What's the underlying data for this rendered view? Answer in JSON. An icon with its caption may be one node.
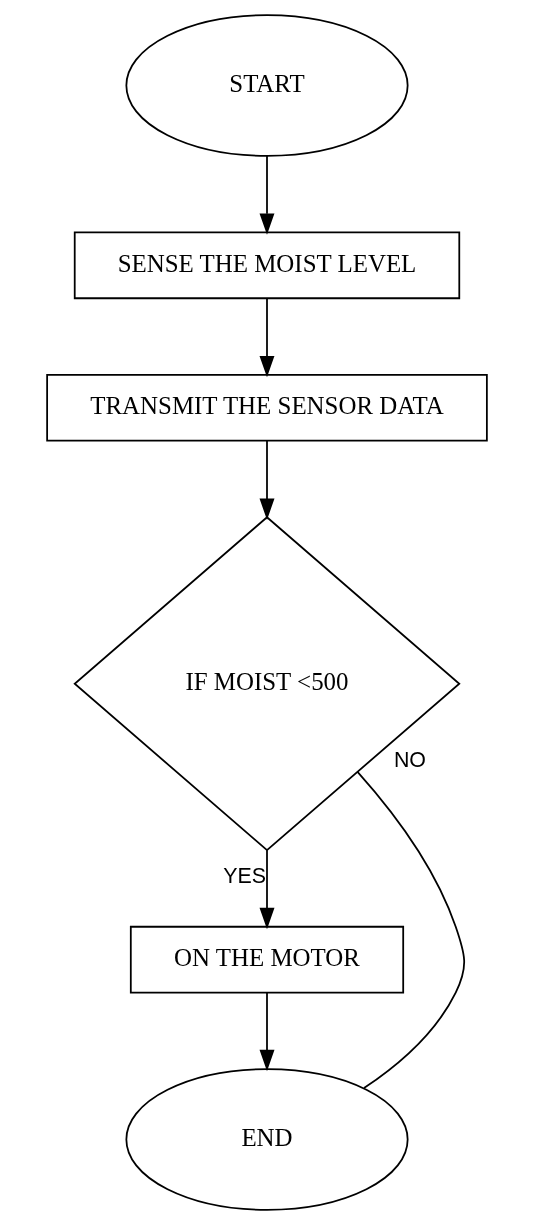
{
  "diagram": {
    "nodes": [
      {
        "text": [
          "START"
        ]
      },
      {
        "text": [
          "SENSE THE MOIST LEVEL"
        ]
      },
      {
        "text": [
          "TRANSMIT THE SENSOR DATA"
        ]
      },
      {
        "text": [
          "IF MOIST <500"
        ]
      },
      {
        "text": [
          "ON THE MOTOR"
        ]
      },
      {
        "text": [
          "END"
        ]
      }
    ],
    "edges": [
      {
        "from": 0,
        "to": 1,
        "arrow": "to"
      },
      {
        "from": 1,
        "to": 2,
        "arrow": "to"
      },
      {
        "from": 2,
        "to": 3,
        "arrow": "to"
      },
      {
        "from": 3,
        "to": 4,
        "arrow": "to",
        "label": "YES"
      },
      {
        "from": 3,
        "to": 5,
        "arrow": "none",
        "label": "NO"
      },
      {
        "from": 4,
        "to": 5,
        "arrow": "to"
      }
    ]
  }
}
